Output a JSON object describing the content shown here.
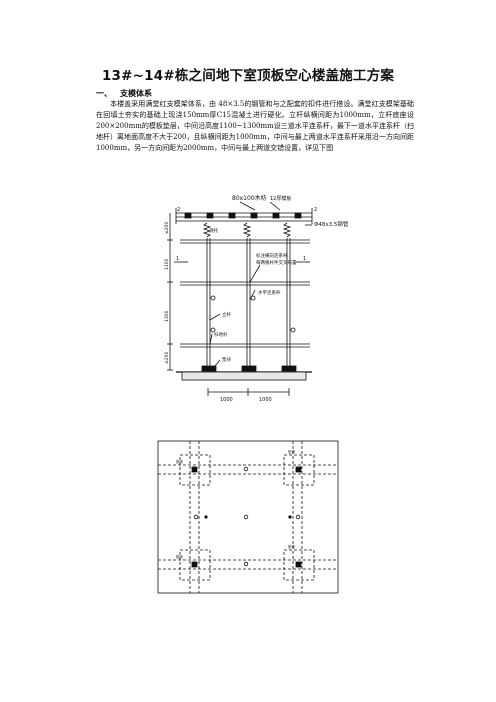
{
  "document": {
    "title": "13#~14#栋之间地下室顶板空心楼盖施工方案",
    "section_number": "一、",
    "section_title": "支模体系",
    "paragraph": "本楼盖采用满堂红支模架体系，由 48×3.5的钢管和与之配套的扣件进行搭设。满堂红支模架基础在回填土夯实的基础上现浇150mm厚C15混凝土进行硬化。立杆纵横间距为1000mm，立杆底座设200×200mm的模板垫层，中间沿高度1100~1300mm设三道水平连系杆，最下一道水平连系杆（扫地杆）离地面高度不大于200，且纵横间距为1000mm，中间与最上两道水平连系杆采用沿一方向间距 1000mm，另一方向间距为2000mm，中间与最上两道交错设置，详见下图"
  },
  "section_drawing": {
    "label_timber": "80x100木枋",
    "label_plywood": "12厚模板",
    "label_pipe": "Φ48x3.5钢管",
    "label_top_support": "顶托",
    "label_cross_bar_1": "标注横向连系杆",
    "label_cross_bar_2": "每两根杆件交叉布置",
    "label_horizontal_bar": "水平连系杆",
    "label_upright": "立杆",
    "label_sweep_bar": "扫地杆",
    "label_pad": "垫块",
    "label_section_mark": "2",
    "label_axis_mark": "1",
    "dim_top": "≤200",
    "dim_mid_1": "1100",
    "dim_mid_2": "1300",
    "dim_bottom": "≤200",
    "dim_span_1": "1000",
    "dim_span_2": "1000"
  },
  "plan_drawing": {
    "pad_label": "垫块"
  }
}
